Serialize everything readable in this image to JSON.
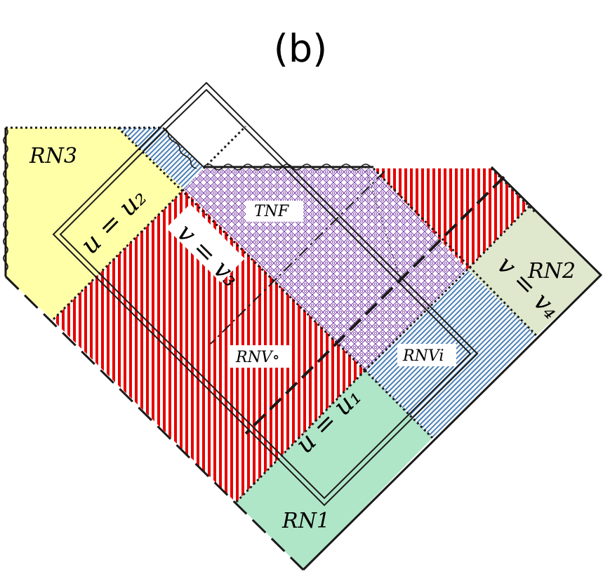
{
  "figure": {
    "label": "(b)",
    "regions": [
      {
        "name": "RN3",
        "label": "RN3",
        "color": "#ffffa8"
      },
      {
        "name": "RN2",
        "label": "RN2",
        "color": "#dfe8cc"
      },
      {
        "name": "RN1",
        "label": "RN1",
        "color": "#b0e6c8"
      },
      {
        "name": "TNF",
        "label": "TNF",
        "color": "#7b3fa6"
      },
      {
        "name": "RNVo",
        "label": "RNV∘",
        "color": "#e60000"
      },
      {
        "name": "RNVi",
        "label": "RNVi",
        "color": "#4a7fb5"
      }
    ],
    "lines": [
      {
        "name": "u-u2",
        "label": "u = u₂"
      },
      {
        "name": "v-v3",
        "label": "v = v₃"
      },
      {
        "name": "v-v4",
        "label": "v = v₄"
      },
      {
        "name": "u-u1",
        "label": "u = u₁"
      }
    ]
  }
}
